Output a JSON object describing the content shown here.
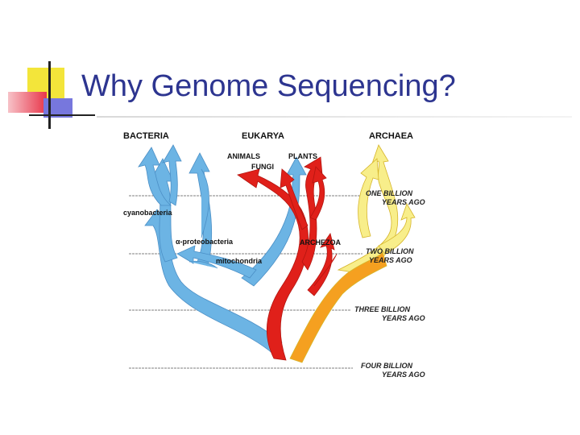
{
  "slide": {
    "title": "Why Genome Sequencing?"
  },
  "diagram": {
    "domains": {
      "bacteria": "BACTERIA",
      "eukarya": "EUKARYA",
      "archaea": "ARCHAEA"
    },
    "groups": {
      "animals": "ANIMALS",
      "fungi": "FUNGI",
      "plants": "PLANTS",
      "archezoa": "ARCHEZOA",
      "cyanobacteria": "cyanobacteria",
      "proteobacteria": "α-proteobacteria",
      "mitochondria": "mitochondria"
    },
    "timescale": [
      {
        "line1": "ONE  BILLION",
        "line2": "YEARS AGO"
      },
      {
        "line1": "TWO  BILLION",
        "line2": "YEARS   AGO"
      },
      {
        "line1": "THREE  BILLION",
        "line2": "YEARS AGO"
      },
      {
        "line1": "FOUR  BILLION",
        "line2": "YEARS AGO"
      }
    ],
    "colors": {
      "bacteria": "#6cb4e4",
      "eukarya": "#e0201a",
      "archaea": "#f8ee8a",
      "title": "#2d3590"
    }
  }
}
